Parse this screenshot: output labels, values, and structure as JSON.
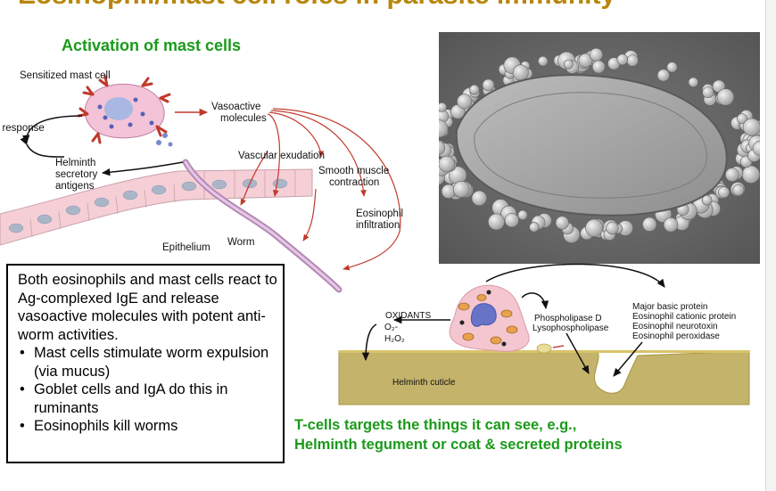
{
  "title": "Eosinophil/mast cell roles in parasite immunity",
  "activation": {
    "heading": "Activation of mast cells",
    "labels": {
      "sensitized_mast_cell": "Sensitized mast cell",
      "ige_response": "IgE response",
      "helminth_antigens": [
        "Helminth",
        "secretory",
        "antigens"
      ],
      "vasoactive": [
        "Vasoactive",
        "molecules"
      ],
      "vascular_exudation": "Vascular exudation",
      "smooth_muscle": [
        "Smooth muscle",
        "contraction"
      ],
      "eosinophil_infiltration": [
        "Eosinophil",
        "infiltration"
      ],
      "epithelium": "Epithelium",
      "worm": "Worm"
    }
  },
  "summary": {
    "intro": "Both eosinophils and mast cells react to Ag-complexed IgE and release vasoactive molecules with potent anti-worm activities.",
    "bullets": [
      "Mast cells stimulate worm expulsion (via mucus)",
      "Goblet cells and IgA do this in ruminants",
      "Eosinophils kill worms"
    ]
  },
  "eosinophil": {
    "oxidants": "OXIDANTS",
    "o2": "O₂-",
    "h2o2": "H₂O₂",
    "enzymes": [
      "Phospholipase D",
      "Lysophospholipase"
    ],
    "proteins": [
      "Major basic protein",
      "Eosinophil cationic protein",
      "Eosinophil neurotoxin",
      "Eosinophil peroxidase"
    ],
    "cuticle": "Helminth cuticle"
  },
  "tcell_note": [
    "T-cells targets the things it can see, e.g.,",
    "Helminth tegument or coat & secreted proteins"
  ],
  "colors": {
    "title": "#b8860b",
    "heading_green": "#1a9a1a",
    "arrow_red": "#c0392b",
    "eosinophil_pink": "#f4c6cf",
    "cuticle": "#c4b36a"
  }
}
